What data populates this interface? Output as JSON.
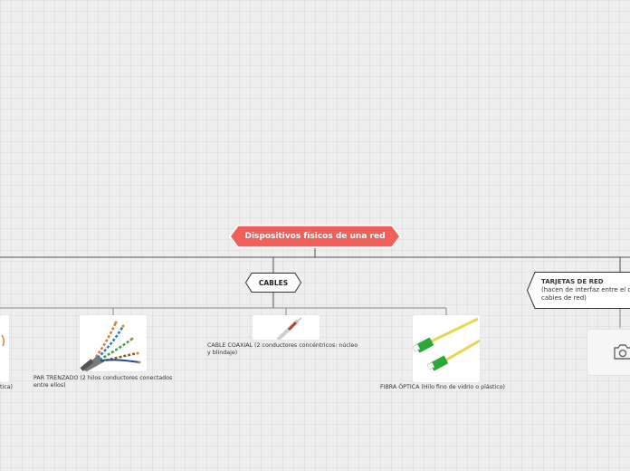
{
  "root": {
    "title": "Dispositivos físicos de una red"
  },
  "cables": {
    "label": "CABLES"
  },
  "tarjetas": {
    "title": "TARJETAS DE RED",
    "line1": "(hacen de interfaz entre el o",
    "line2": "cables de red)"
  },
  "items": {
    "left_partial": "tica)",
    "par_trenzado": [
      "PAR TRENZADO (2 hilos conductores conectados",
      "entre ellos)"
    ],
    "coaxial": [
      "CABLE COAXIAL (2 conductores concéntricos: núcleo",
      "y blindaje)"
    ],
    "fibra": "FIBRA ÓPTICA (Hilo fino de vidrio o plástico)"
  },
  "icons": {
    "twisted_pair": "twisted-pair-cable-image",
    "coaxial": "coaxial-cable-image",
    "fiber": "fiber-optic-cable-image",
    "camera": "camera-icon"
  },
  "colors": {
    "root_fill": "#f0605a",
    "root_border": "#ffffff",
    "node_fill": "#ffffff",
    "node_border": "#333333",
    "connector": "#555555",
    "connector_light": "#888888"
  }
}
